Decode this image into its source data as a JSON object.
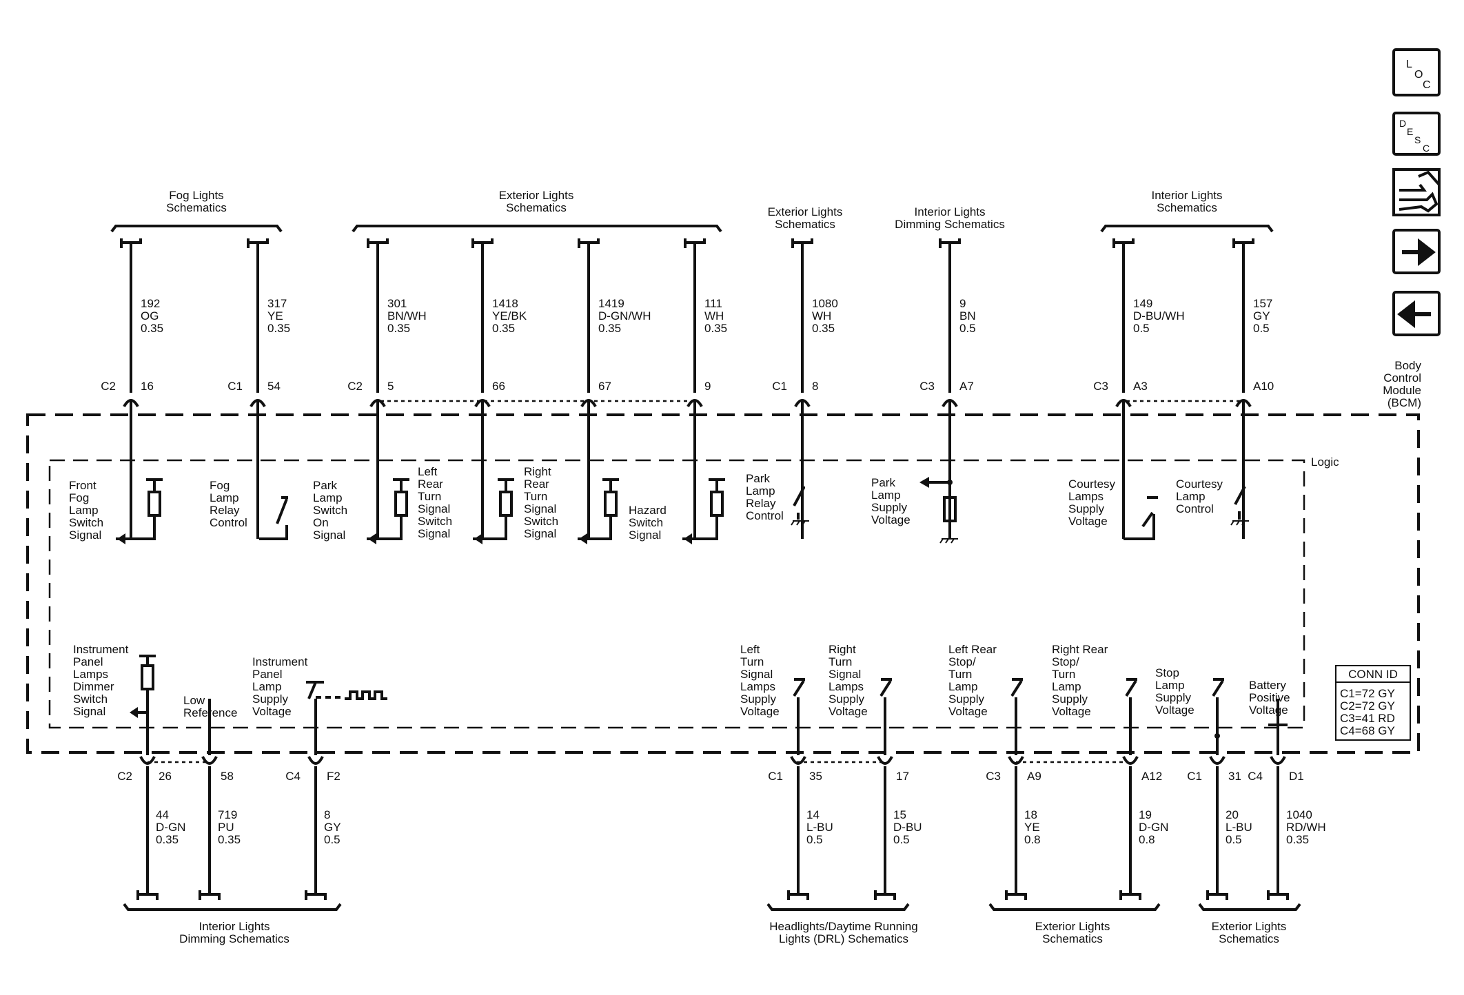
{
  "module": {
    "name_lines": [
      "Body",
      "Control",
      "Module",
      "(BCM)"
    ],
    "logic_label": "Logic"
  },
  "nav": {
    "loc": [
      "L",
      "O",
      "C"
    ],
    "desc": [
      "D",
      "E",
      "S",
      "C"
    ]
  },
  "conn_id": {
    "title": "CONN ID",
    "rows": [
      "C1=72 GY",
      "C2=72 GY",
      "C3=41 RD",
      "C4=68 GY"
    ]
  },
  "top_groups": [
    {
      "lines": [
        "Fog Lights",
        "Schematics"
      ]
    },
    {
      "lines": [
        "Exterior Lights",
        "Schematics"
      ]
    },
    {
      "lines": [
        "Exterior Lights",
        "Schematics"
      ]
    },
    {
      "lines": [
        "Interior Lights",
        "Dimming Schematics"
      ]
    },
    {
      "lines": [
        "Interior Lights",
        "Schematics"
      ]
    }
  ],
  "top_wires": [
    {
      "circuit": [
        "192",
        "OG",
        "0.35"
      ],
      "conn": "C2",
      "pin": "16",
      "func": [
        "Front",
        "Fog",
        "Lamp",
        "Switch",
        "Signal"
      ]
    },
    {
      "circuit": [
        "317",
        "YE",
        "0.35"
      ],
      "conn": "C1",
      "pin": "54",
      "func": [
        "Fog",
        "Lamp",
        "Relay",
        "Control"
      ]
    },
    {
      "circuit": [
        "301",
        "BN/WH",
        "0.35"
      ],
      "conn": "C2",
      "pin": "5",
      "func": [
        "Park",
        "Lamp",
        "Switch",
        "On",
        "Signal"
      ]
    },
    {
      "circuit": [
        "1418",
        "YE/BK",
        "0.35"
      ],
      "conn": "",
      "pin": "66",
      "func": [
        "Left",
        "Rear",
        "Turn",
        "Signal",
        "Switch",
        "Signal"
      ]
    },
    {
      "circuit": [
        "1419",
        "D-GN/WH",
        "0.35"
      ],
      "conn": "",
      "pin": "67",
      "func": [
        "Right",
        "Rear",
        "Turn",
        "Signal",
        "Switch",
        "Signal"
      ]
    },
    {
      "circuit": [
        "111",
        "WH",
        "0.35"
      ],
      "conn": "",
      "pin": "9",
      "func": [
        "Hazard",
        "Switch",
        "Signal"
      ]
    },
    {
      "circuit": [
        "1080",
        "WH",
        "0.35"
      ],
      "conn": "C1",
      "pin": "8",
      "func": [
        "Park",
        "Lamp",
        "Relay",
        "Control"
      ]
    },
    {
      "circuit": [
        "9",
        "BN",
        "0.5"
      ],
      "conn": "C3",
      "pin": "A7",
      "func": [
        "Park",
        "Lamp",
        "Supply",
        "Voltage"
      ]
    },
    {
      "circuit": [
        "149",
        "D-BU/WH",
        "0.5"
      ],
      "conn": "C3",
      "pin": "A3",
      "func": [
        "Courtesy",
        "Lamps",
        "Supply",
        "Voltage"
      ]
    },
    {
      "circuit": [
        "157",
        "GY",
        "0.5"
      ],
      "conn": "",
      "pin": "A10",
      "func": [
        "Courtesy",
        "Lamp",
        "Control"
      ]
    }
  ],
  "bottom_groups": [
    {
      "lines": [
        "Interior Lights",
        "Dimming Schematics"
      ]
    },
    {
      "lines": [
        "Headlights/Daytime Running",
        "Lights (DRL) Schematics"
      ]
    },
    {
      "lines": [
        "Exterior Lights",
        "Schematics"
      ]
    },
    {
      "lines": [
        "Exterior Lights",
        "Schematics"
      ]
    }
  ],
  "bottom_wires": [
    {
      "circuit": [
        "44",
        "D-GN",
        "0.35"
      ],
      "conn": "C2",
      "pin": "26",
      "func": [
        "Instrument",
        "Panel",
        "Lamps",
        "Dimmer",
        "Switch",
        "Signal"
      ]
    },
    {
      "circuit": [
        "719",
        "PU",
        "0.35"
      ],
      "conn": "",
      "pin": "58",
      "func": [
        "Low",
        "Reference"
      ]
    },
    {
      "circuit": [
        "8",
        "GY",
        "0.5"
      ],
      "conn": "C4",
      "pin": "F2",
      "func": [
        "Instrument",
        "Panel",
        "Lamp",
        "Supply",
        "Voltage"
      ]
    },
    {
      "circuit": [
        "14",
        "L-BU",
        "0.5"
      ],
      "conn": "C1",
      "pin": "35",
      "func": [
        "Left",
        "Turn",
        "Signal",
        "Lamps",
        "Supply",
        "Voltage"
      ]
    },
    {
      "circuit": [
        "15",
        "D-BU",
        "0.5"
      ],
      "conn": "",
      "pin": "17",
      "func": [
        "Right",
        "Turn",
        "Signal",
        "Lamps",
        "Supply",
        "Voltage"
      ]
    },
    {
      "circuit": [
        "18",
        "YE",
        "0.8"
      ],
      "conn": "C3",
      "pin": "A9",
      "func": [
        "Left Rear",
        "Stop/",
        "Turn",
        "Lamp",
        "Supply",
        "Voltage"
      ]
    },
    {
      "circuit": [
        "19",
        "D-GN",
        "0.8"
      ],
      "conn": "",
      "pin": "A12",
      "func": [
        "Right Rear",
        "Stop/",
        "Turn",
        "Lamp",
        "Supply",
        "Voltage"
      ]
    },
    {
      "circuit": [
        "20",
        "L-BU",
        "0.5"
      ],
      "conn": "C1",
      "pin": "31",
      "func": [
        "Stop",
        "Lamp",
        "Supply",
        "Voltage"
      ]
    },
    {
      "circuit": [
        "1040",
        "RD/WH",
        "0.35"
      ],
      "conn": "C4",
      "pin": "D1",
      "func": [
        "Battery",
        "Positive",
        "Voltage"
      ]
    }
  ]
}
